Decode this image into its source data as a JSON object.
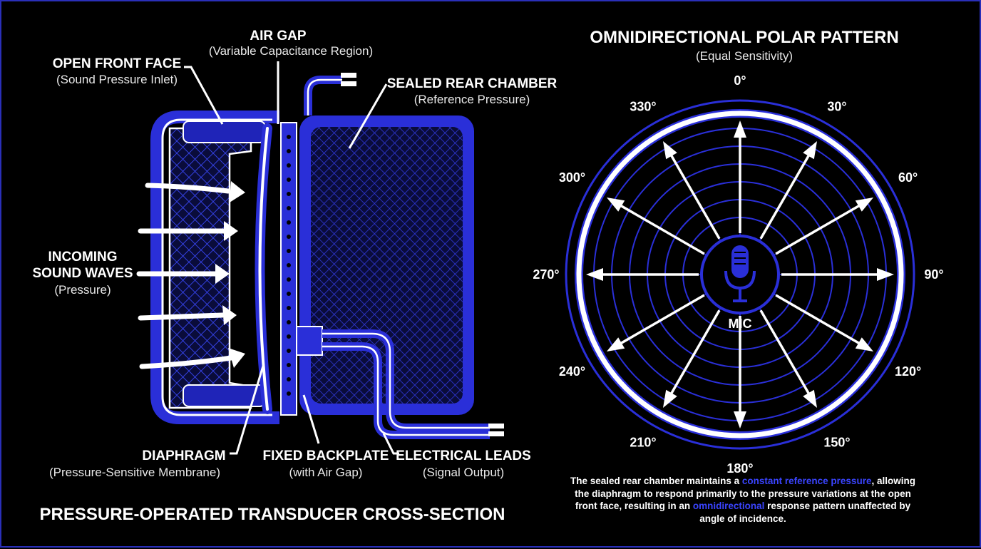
{
  "colors": {
    "background": "#000000",
    "accent_blue": "#2a2fd8",
    "dark_blue": "#1a1f9a",
    "mesh_blue": "#3340e0",
    "white": "#ffffff",
    "highlight": "#3a44ff"
  },
  "left_panel": {
    "title": "PRESSURE-OPERATED TRANSDUCER CROSS-SECTION",
    "labels": {
      "air_gap": {
        "title": "AIR GAP",
        "sub": "(Variable Capacitance Region)"
      },
      "open_front_face": {
        "title": "OPEN FRONT FACE",
        "sub": "(Sound Pressure Inlet)"
      },
      "sealed_rear_chamber": {
        "title": "SEALED REAR CHAMBER",
        "sub": "(Reference Pressure)"
      },
      "incoming_sound_waves": {
        "title_line1": "INCOMING",
        "title_line2": "SOUND WAVES",
        "sub": "(Pressure)"
      },
      "diaphragm": {
        "title": "DIAPHRAGM",
        "sub": "(Pressure-Sensitive Membrane)"
      },
      "fixed_backplate": {
        "title": "FIXED BACKPLATE",
        "sub": "(with Air Gap)"
      },
      "electrical_leads": {
        "title": "ELECTRICAL LEADS",
        "sub": "(Signal Output)"
      }
    }
  },
  "right_panel": {
    "title": "OMNIDIRECTIONAL POLAR PATTERN",
    "subtitle": "(Equal Sensitivity)",
    "center_label": "MIC",
    "center_icon": "microphone-icon",
    "angles": [
      "0°",
      "30°",
      "60°",
      "90°",
      "120°",
      "150°",
      "180°",
      "210°",
      "240°",
      "270°",
      "300°",
      "330°"
    ],
    "caption": {
      "part1": "The sealed rear chamber maintains a ",
      "highlight1": "constant reference pressure",
      "part2": ", allowing the diaphragm to respond primarily to the pressure variations at the open front face, resulting in an ",
      "highlight2": "omnidirectional",
      "part3": " response pattern unaffected by angle of incidence."
    }
  }
}
